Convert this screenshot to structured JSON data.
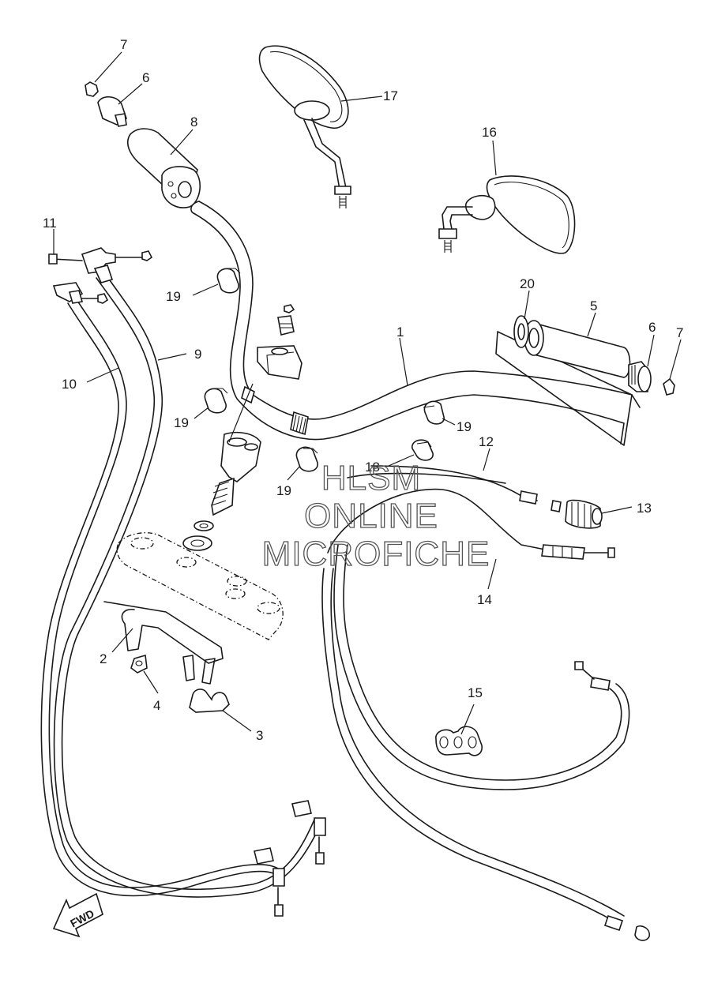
{
  "watermark": {
    "line1": "HLSM",
    "line2": "ONLINE",
    "line3": "MICROFICHE"
  },
  "direction_label": "FWD",
  "callouts": [
    "1",
    "2",
    "3",
    "4",
    "5",
    "6",
    "6",
    "7",
    "7",
    "8",
    "9",
    "10",
    "11",
    "12",
    "13",
    "14",
    "15",
    "16",
    "17",
    "18",
    "19",
    "19",
    "19",
    "19",
    "20"
  ]
}
